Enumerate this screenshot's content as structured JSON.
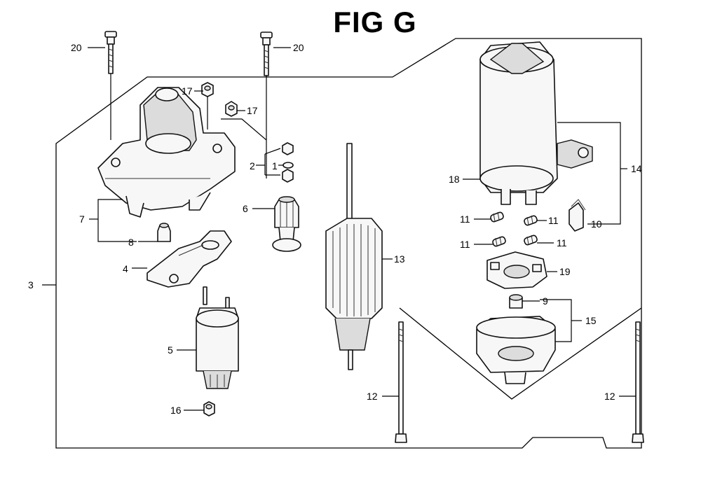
{
  "title": "FIG G",
  "callouts": {
    "c1": "1",
    "c2": "2",
    "c3": "3",
    "c4": "4",
    "c5": "5",
    "c6": "6",
    "c7": "7",
    "c8": "8",
    "c9": "9",
    "c10": "10",
    "c11a": "11",
    "c11b": "11",
    "c11c": "11",
    "c11d": "11",
    "c12a": "12",
    "c12b": "12",
    "c13": "13",
    "c14": "14",
    "c15": "15",
    "c16": "16",
    "c17a": "17",
    "c17b": "17",
    "c18": "18",
    "c19": "19",
    "c20a": "20",
    "c20b": "20"
  }
}
